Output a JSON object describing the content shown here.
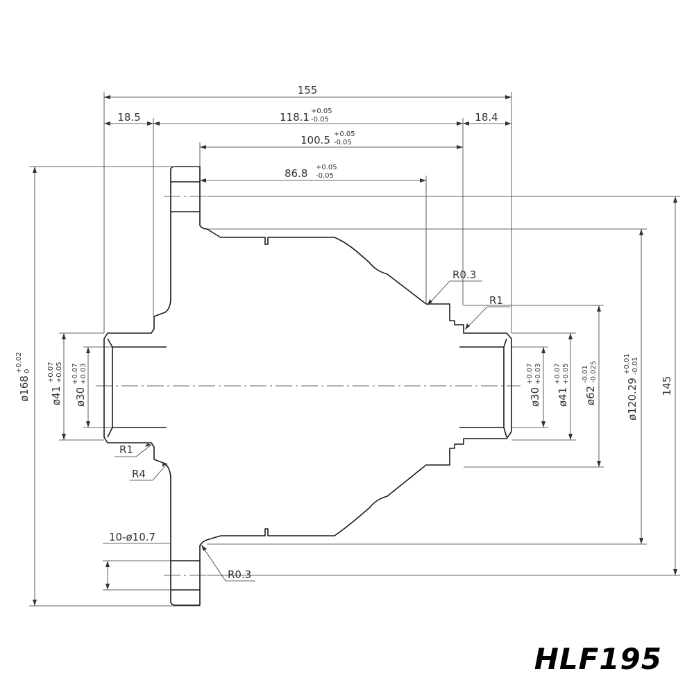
{
  "model_label": "HLF195",
  "dimensions": {
    "overall_length": "155",
    "left_flange": "18.5",
    "right_flange": "18.4",
    "length_118": {
      "value": "118.1",
      "upper": "+0.05",
      "lower": "-0.05"
    },
    "length_100": {
      "value": "100.5",
      "upper": "+0.05",
      "lower": "-0.05"
    },
    "length_86": {
      "value": "86.8",
      "upper": "+0.05",
      "lower": "-0.05"
    },
    "dia_168": {
      "value": "ø168",
      "upper": "+0.02",
      "lower": "0"
    },
    "dia_41_left": {
      "value": "ø41",
      "upper": "+0.07",
      "lower": "+0.05"
    },
    "dia_30_left": {
      "value": "ø30",
      "upper": "+0.07",
      "lower": "+0.03"
    },
    "dia_30_right": {
      "value": "ø30",
      "upper": "+0.07",
      "lower": "+0.03"
    },
    "dia_41_right": {
      "value": "ø41",
      "upper": "+0.07",
      "lower": "+0.05"
    },
    "dia_62": {
      "value": "ø62",
      "upper": "-0.01",
      "lower": "-0.025"
    },
    "dia_120": {
      "value": "ø120.29",
      "upper": "+0.01",
      "lower": "-0.01"
    },
    "height_145": "145",
    "radius_r03_top": "R0.3",
    "radius_r1_top": "R1",
    "radius_r1_left": "R1",
    "radius_r4": "R4",
    "radius_r03_bottom": "R0.3",
    "bolt_holes": "10-ø10.7"
  }
}
